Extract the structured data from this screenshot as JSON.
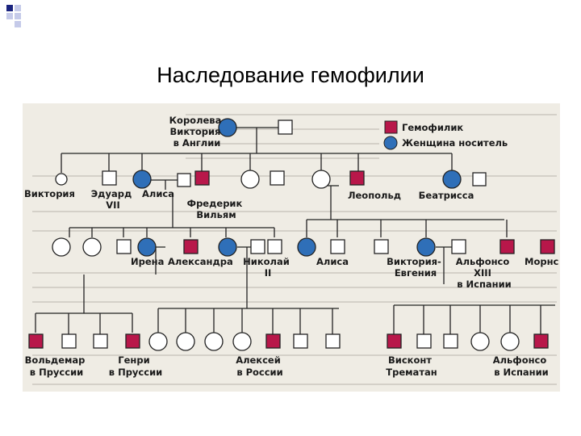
{
  "slide_title": "Наследование гемофилии",
  "colors": {
    "affected_male": "#b8174a",
    "carrier_female": "#2f6fb8",
    "outline": "#222222",
    "background": "#efece4",
    "deco_blue": "#1a237e",
    "deco_light": "#c5cae9"
  },
  "legend": {
    "affected_male": "Гемофилик",
    "carrier_female": "Женщина носитель"
  },
  "people": {
    "queen_victoria": [
      "Королева",
      "Виктория",
      "в Англии"
    ],
    "victoria": [
      "Виктория"
    ],
    "edward": [
      "Эдуард",
      "VII"
    ],
    "alice": [
      "Алиса"
    ],
    "frederick": [
      "Фредерик",
      "Вильям"
    ],
    "leopold": [
      "Леопольд"
    ],
    "beatrice": [
      "Беатрисса"
    ],
    "irene": [
      "Ирена"
    ],
    "alexandra": [
      "Александра"
    ],
    "nicholas": [
      "Николай",
      "II"
    ],
    "alice2": [
      "Алиса"
    ],
    "victoria_eugenie": [
      "Виктория-",
      "Евгения"
    ],
    "alfonso13": [
      "Альфонсо",
      "XIII",
      "в Испании"
    ],
    "morne": [
      "Морнс"
    ],
    "waldemar": [
      "Вольдемар",
      "в Пруссии"
    ],
    "henry": [
      "Генри",
      "в Пруссии"
    ],
    "alexei": [
      "Алексей",
      "в России"
    ],
    "viscount": [
      "Висконт",
      "Трематан"
    ],
    "alfonso_sp": [
      "Альфонсо",
      "в Испании"
    ]
  }
}
